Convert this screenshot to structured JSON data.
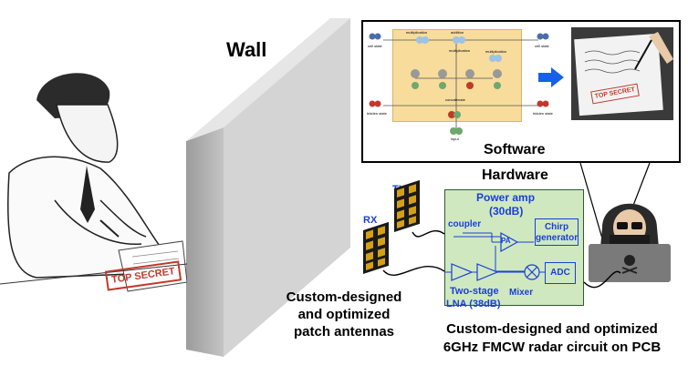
{
  "wall": {
    "label": "Wall"
  },
  "software": {
    "label": "Software",
    "nn_labels": {
      "multiplication_1": "multiplication",
      "addition": "addition",
      "multiplication_2": "multiplication",
      "multiplication_3": "multiplication",
      "concatenate": "concatenate",
      "cell_state_in": "cell state",
      "cell_state_out": "cell state",
      "hidden_in": "hidden state",
      "hidden_out": "hidden state",
      "input": "input"
    },
    "stamp_text": "TOP SECRET"
  },
  "hardware": {
    "label": "Hardware",
    "power_amp": "Power amp",
    "power_amp_gain": "(30dB)",
    "coupler": "coupler",
    "pa": "PA",
    "chirp_generator": "Chirp generator",
    "adc": "ADC",
    "mixer": "Mixer",
    "lna": "Two-stage",
    "lna_gain": "LNA (38dB)",
    "tx": "TX",
    "rx": "RX"
  },
  "captions": {
    "antennas_line1": "Custom-designed",
    "antennas_line2": "and optimized",
    "antennas_line3": "patch antennas",
    "circuit_line1": "Custom-designed and optimized",
    "circuit_line2": "6GHz FMCW radar circuit on PCB"
  },
  "person_stamp": "TOP SECRET",
  "colors": {
    "pcb_fill": "#cfe8c0",
    "label_blue": "#1a3fd6",
    "arrow_blue": "#1560e8",
    "stamp_red": "#c0392b",
    "wall_front": "#bdbdbd"
  }
}
